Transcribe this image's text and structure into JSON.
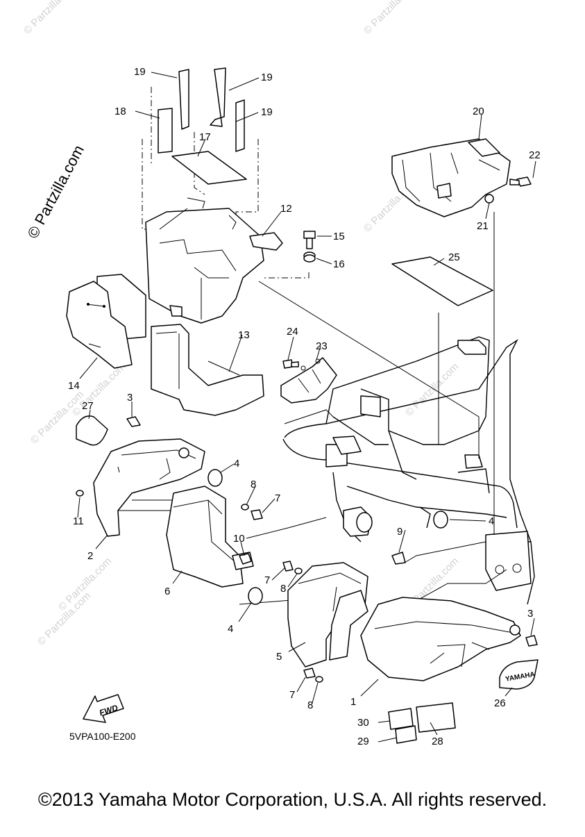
{
  "watermark": "© Partzilla.com",
  "diagram_code": "5VPA100-E200",
  "fwd_label": "FWD",
  "emblem_text": "YAMAHA",
  "copyright": "©2013 Yamaha Motor Corporation, U.S.A. All rights reserved.",
  "callouts": [
    "1",
    "2",
    "3",
    "3",
    "4",
    "4",
    "4",
    "5",
    "6",
    "7",
    "7",
    "7",
    "8",
    "8",
    "8",
    "9",
    "10",
    "11",
    "12",
    "13",
    "14",
    "15",
    "16",
    "17",
    "18",
    "19",
    "19",
    "19",
    "20",
    "21",
    "22",
    "23",
    "24",
    "25",
    "26",
    "27",
    "28",
    "29",
    "30"
  ]
}
